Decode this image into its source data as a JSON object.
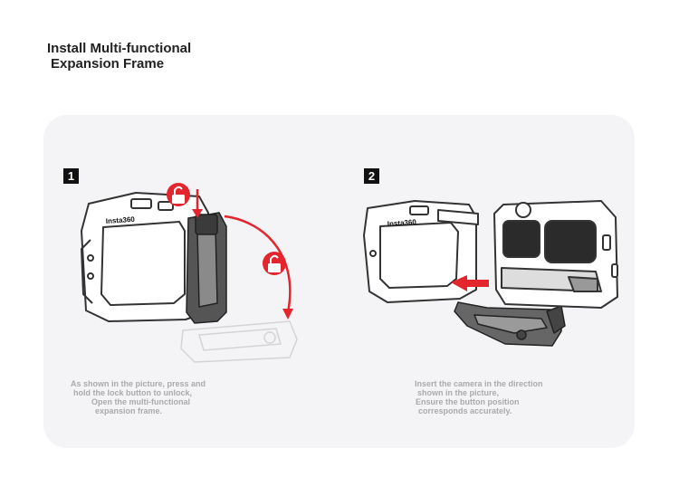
{
  "heading": {
    "line1": "Install Multi-functional",
    "line2": "Expansion Frame"
  },
  "colors": {
    "accent_red": "#e3262e",
    "panel_bg": "#f4f4f7",
    "caption_gray": "#aaaaaa"
  },
  "steps": [
    {
      "badge": "1",
      "brand": "Insta360",
      "icons": [
        "unlock-icon",
        "unlock-icon"
      ],
      "caption": [
        "As shown in the picture, press and",
        "hold the lock button to unlock,",
        "Open the multi-functional",
        "expansion frame."
      ]
    },
    {
      "badge": "2",
      "brand": "Insta360",
      "caption": [
        "Insert the camera in the direction",
        "shown in the picture,",
        "Ensure the button position",
        "corresponds accurately."
      ]
    }
  ]
}
